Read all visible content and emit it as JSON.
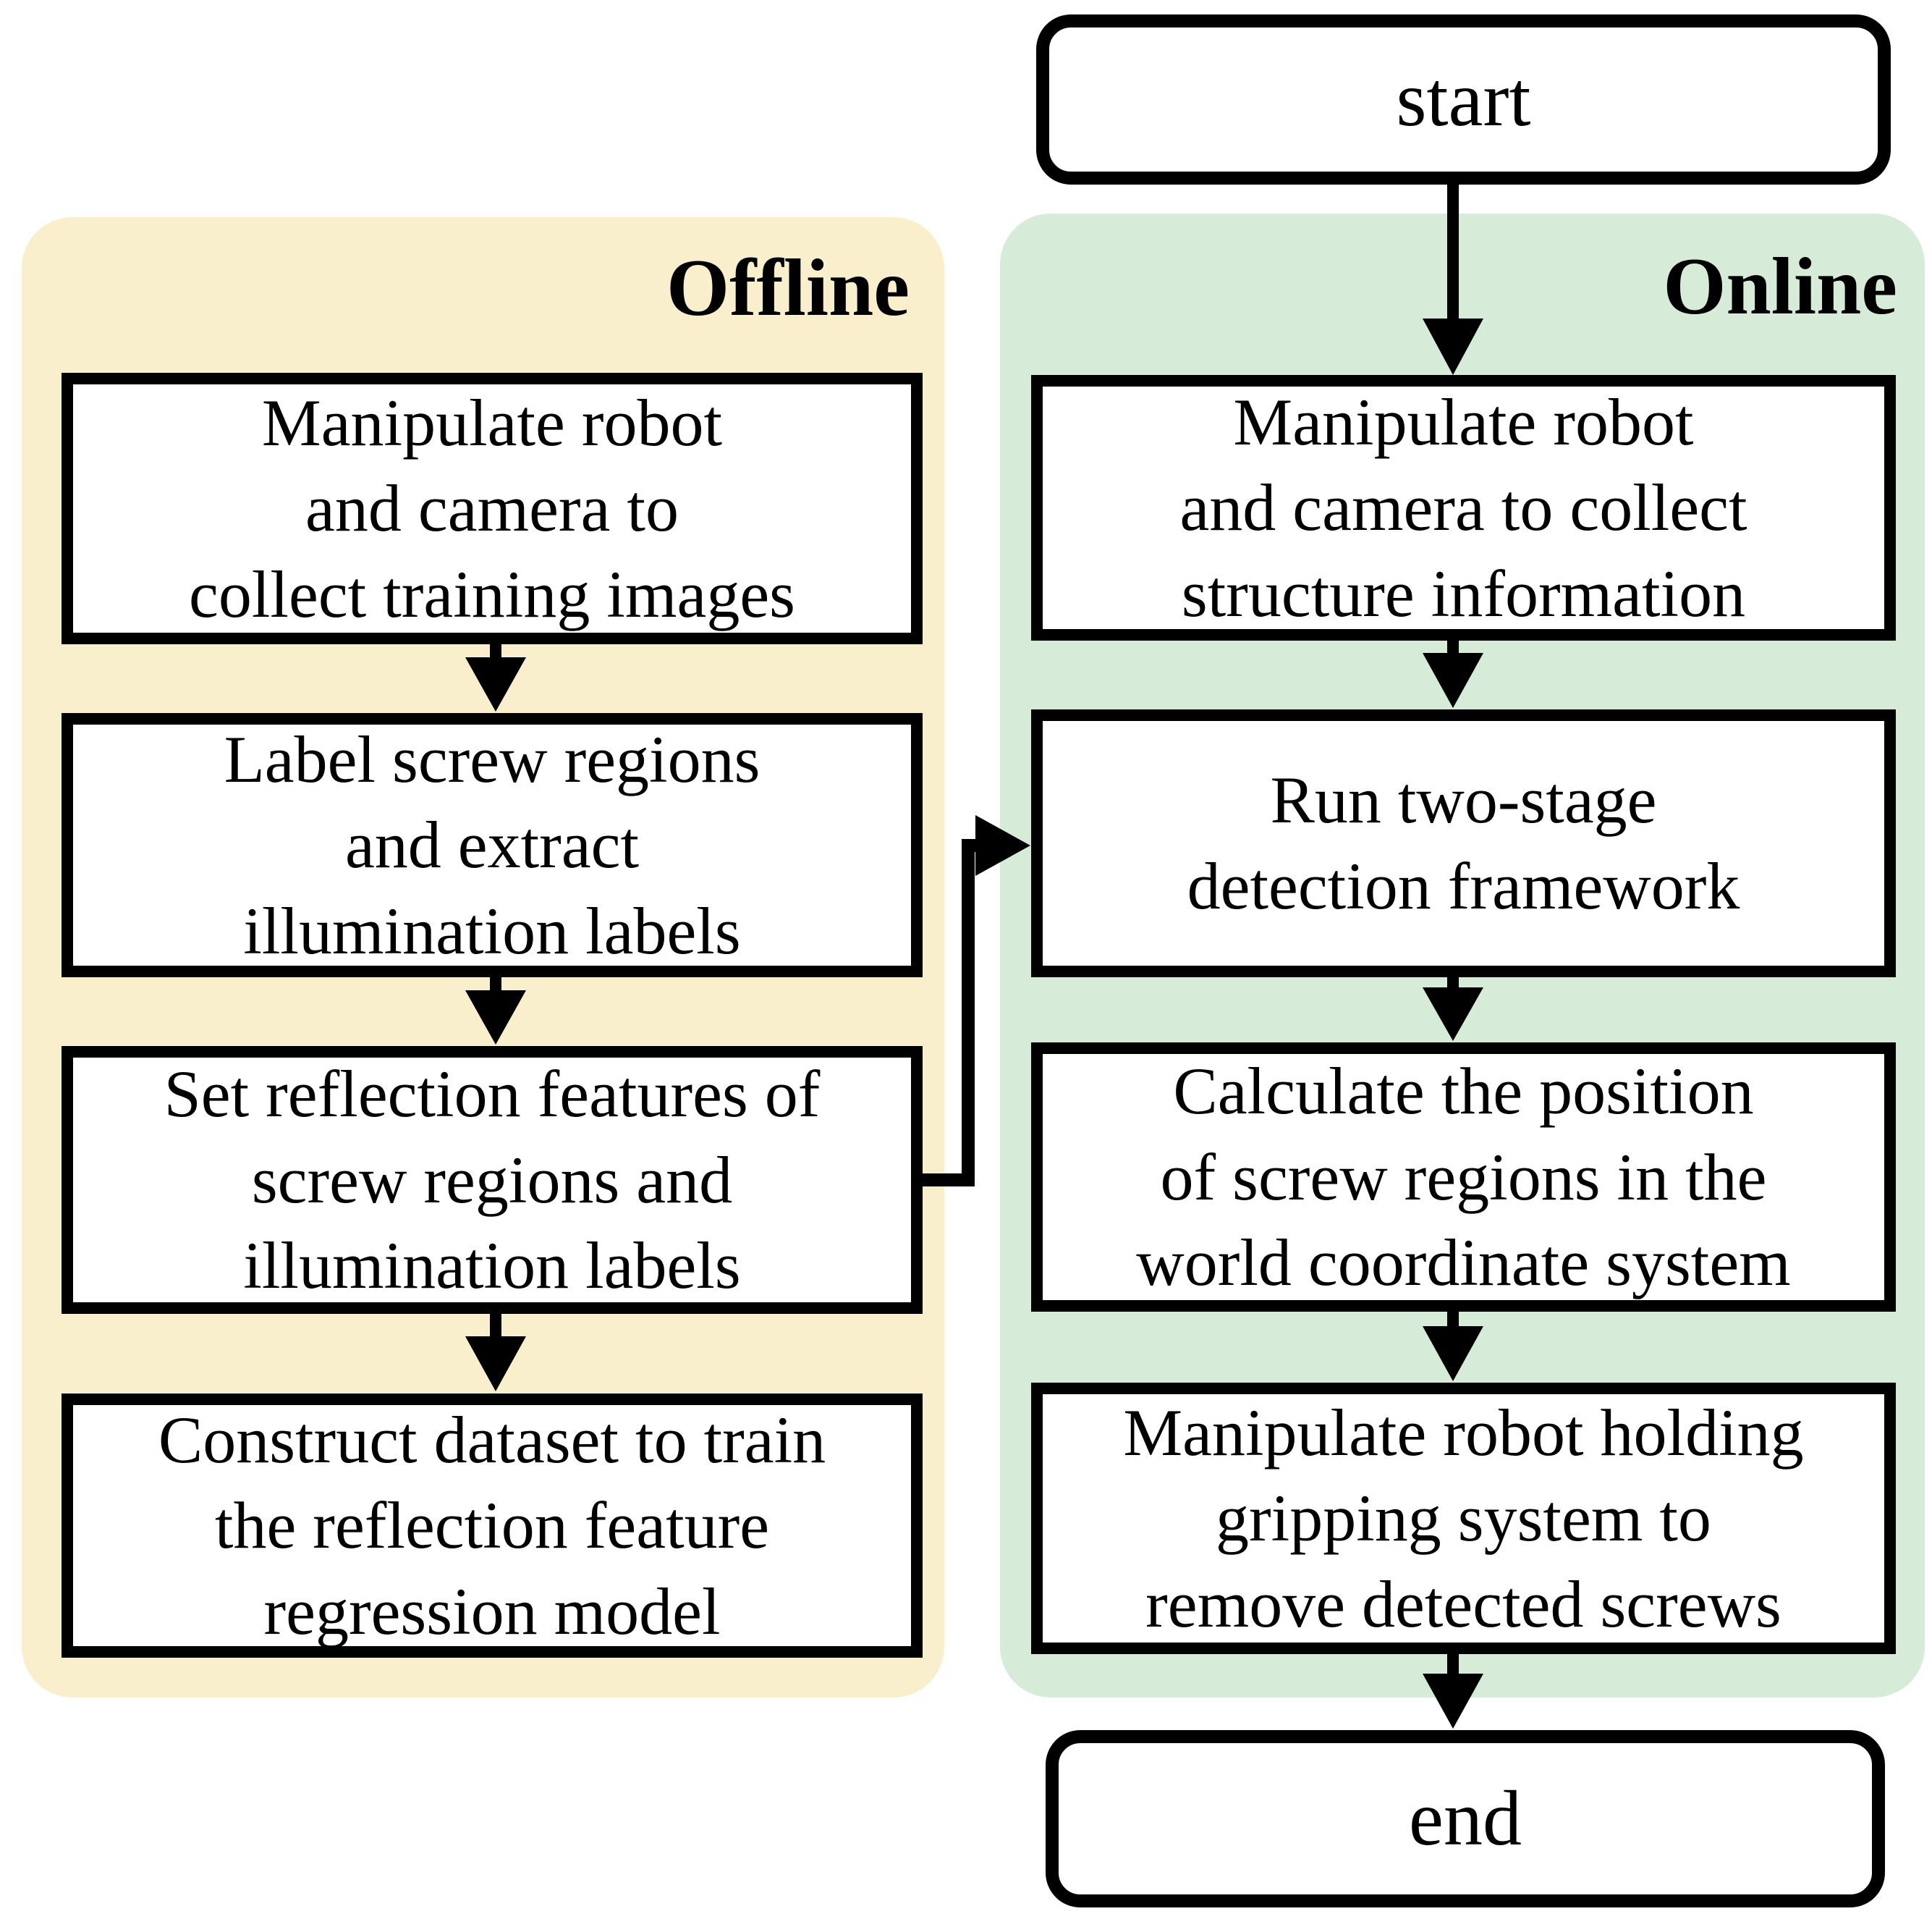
{
  "flowchart": {
    "terminals": {
      "start": "start",
      "end": "end"
    },
    "panels": {
      "offline": {
        "label": "Offline",
        "bg_color": "#FAEFCD",
        "steps": [
          "Manipulate robot\nand camera to\ncollect training images",
          "Label screw regions\nand extract\nillumination labels",
          "Set reflection features of\nscrew regions and\nillumination labels",
          "Construct dataset to train\nthe reflection feature\nregression model"
        ]
      },
      "online": {
        "label": "Online",
        "bg_color": "#D7ECD8",
        "steps": [
          "Manipulate robot\nand camera to collect\nstructure information",
          "Run two-stage\ndetection framework",
          "Calculate the position\nof screw regions in the\nworld coordinate system",
          "Manipulate robot holding\ngripping system to\nremove detected screws"
        ]
      }
    },
    "colors": {
      "box_fill": "#FFFFFF",
      "box_border": "#000000",
      "arrow": "#000000"
    }
  }
}
